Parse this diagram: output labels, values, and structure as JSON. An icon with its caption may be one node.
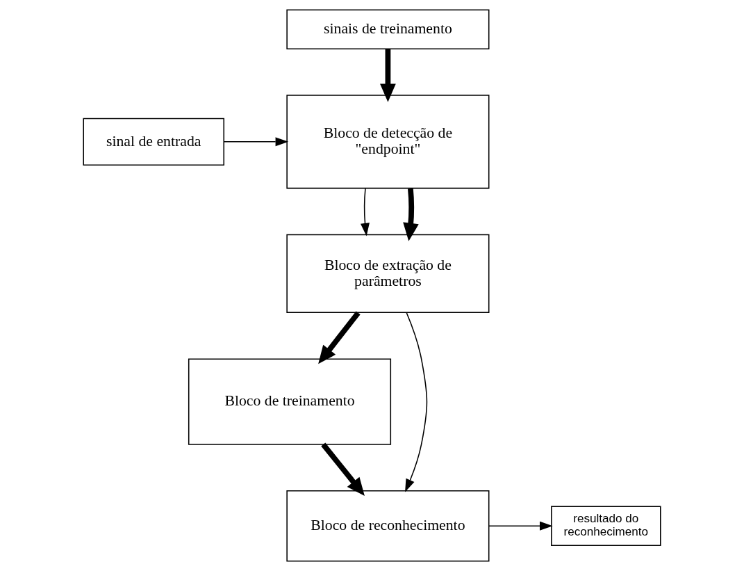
{
  "diagram": {
    "nodes": [
      {
        "text": [
          "sinais de treinamento"
        ]
      },
      {
        "text": [
          "sinal de entrada"
        ]
      },
      {
        "text": [
          "Bloco de detecção de \"endpoint\""
        ]
      },
      {
        "text": [
          "Bloco de extração de parâmetros"
        ]
      },
      {
        "text": [
          "Bloco de treinamento"
        ]
      },
      {
        "text": [
          "Bloco de reconhecimento"
        ]
      },
      {
        "text": [
          "resultado do reconhecimento"
        ]
      }
    ],
    "edges": [
      {
        "from": 0,
        "to": 2,
        "arrow": "to",
        "style": "thick"
      },
      {
        "from": 1,
        "to": 2,
        "arrow": "to"
      },
      {
        "from": 2,
        "to": 3,
        "arrow": "to"
      },
      {
        "from": 2,
        "to": 3,
        "arrow": "to",
        "style": "thick"
      },
      {
        "from": 3,
        "to": 4,
        "arrow": "to",
        "style": "thick"
      },
      {
        "from": 3,
        "to": 5,
        "arrow": "to"
      },
      {
        "from": 4,
        "to": 5,
        "arrow": "to",
        "style": "thick"
      },
      {
        "from": 5,
        "to": 6,
        "arrow": "to"
      }
    ]
  }
}
